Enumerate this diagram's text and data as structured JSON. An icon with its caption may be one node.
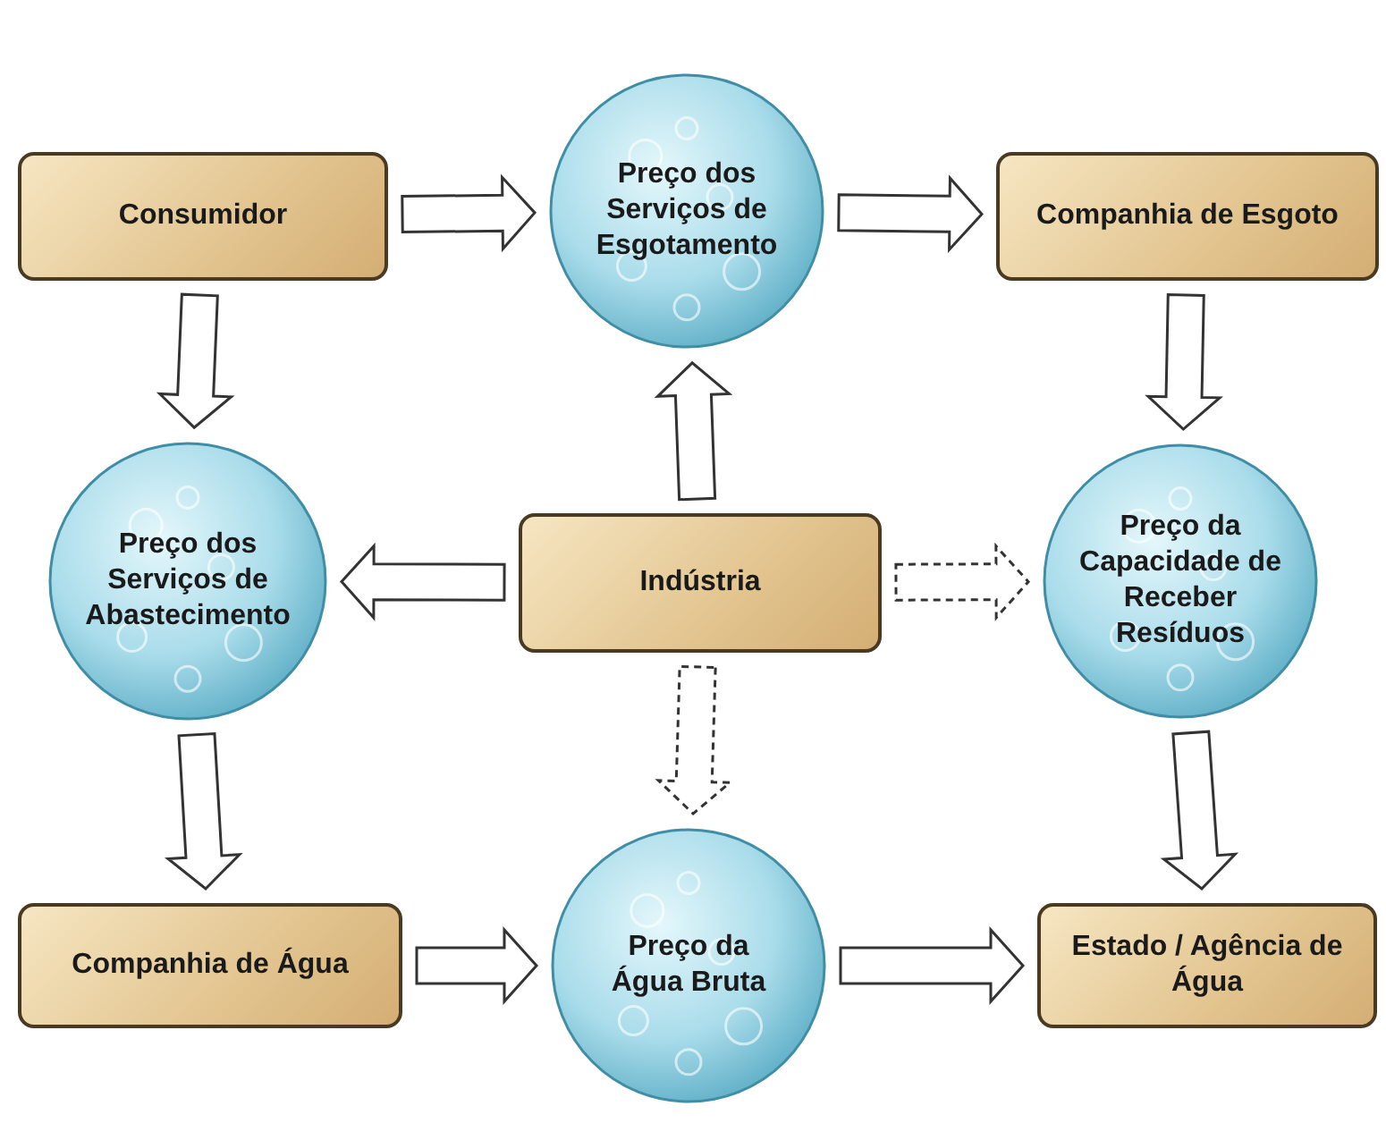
{
  "diagram": {
    "nodes": [
      {
        "text": [
          "Consumidor"
        ]
      },
      {
        "text": [
          "Preço dos Serviços de Esgotamento"
        ]
      },
      {
        "text": [
          "Companhia de Esgoto"
        ]
      },
      {
        "text": [
          "Preço dos Serviços de Abastecimento"
        ]
      },
      {
        "text": [
          "Indústria"
        ]
      },
      {
        "text": [
          "Preço da Capacidade de Receber Resíduos"
        ]
      },
      {
        "text": [
          "Companhia de Água"
        ]
      },
      {
        "text": [
          "Preço da Água Bruta"
        ]
      },
      {
        "text": [
          "Estado / Agência de Água"
        ]
      }
    ],
    "edges": [
      {
        "from": 0,
        "to": 1,
        "arrow": "to"
      },
      {
        "from": 1,
        "to": 2,
        "arrow": "to"
      },
      {
        "from": 0,
        "to": 3,
        "arrow": "to"
      },
      {
        "from": 2,
        "to": 5,
        "arrow": "to"
      },
      {
        "from": 4,
        "to": 1,
        "arrow": "to"
      },
      {
        "from": 4,
        "to": 3,
        "arrow": "to"
      },
      {
        "from": 4,
        "to": 5,
        "arrow": "to",
        "style": "dashed"
      },
      {
        "from": 4,
        "to": 7,
        "arrow": "to",
        "style": "dashed"
      },
      {
        "from": 3,
        "to": 6,
        "arrow": "to"
      },
      {
        "from": 5,
        "to": 8,
        "arrow": "to"
      },
      {
        "from": 6,
        "to": 7,
        "arrow": "to"
      },
      {
        "from": 7,
        "to": 8,
        "arrow": "to"
      }
    ]
  }
}
